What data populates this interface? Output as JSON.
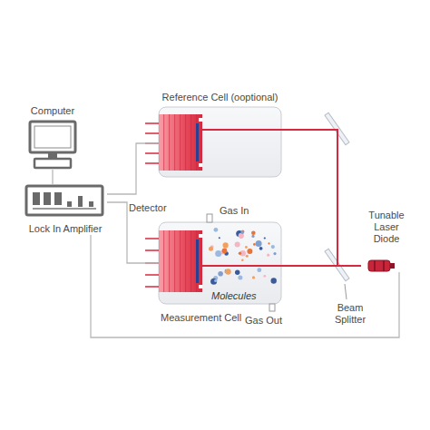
{
  "diagram": {
    "nodes": [
      {
        "text": [
          "Computer"
        ]
      },
      {
        "text": [
          "Lock In Amplifier"
        ]
      },
      {
        "text": [
          "Reference Cell (ooptional)"
        ]
      },
      {
        "text": [
          "Molecules",
          "Measurement Cell"
        ]
      },
      {
        "text": [
          "Tunable Laser Diode"
        ]
      }
    ],
    "edges": [
      {
        "from": 0,
        "to": 1,
        "arrow": "none"
      },
      {
        "from": 1,
        "to": 2,
        "arrow": "none"
      },
      {
        "from": 1,
        "to": 3,
        "arrow": "none"
      },
      {
        "from": 1,
        "to": 4,
        "arrow": "none"
      },
      {
        "from": 4,
        "to": 2,
        "arrow": "none"
      },
      {
        "from": 4,
        "to": 3,
        "arrow": "none"
      }
    ],
    "labels": [
      "Detector",
      "Gas In",
      "Gas Out",
      "Beam Splitter"
    ]
  }
}
